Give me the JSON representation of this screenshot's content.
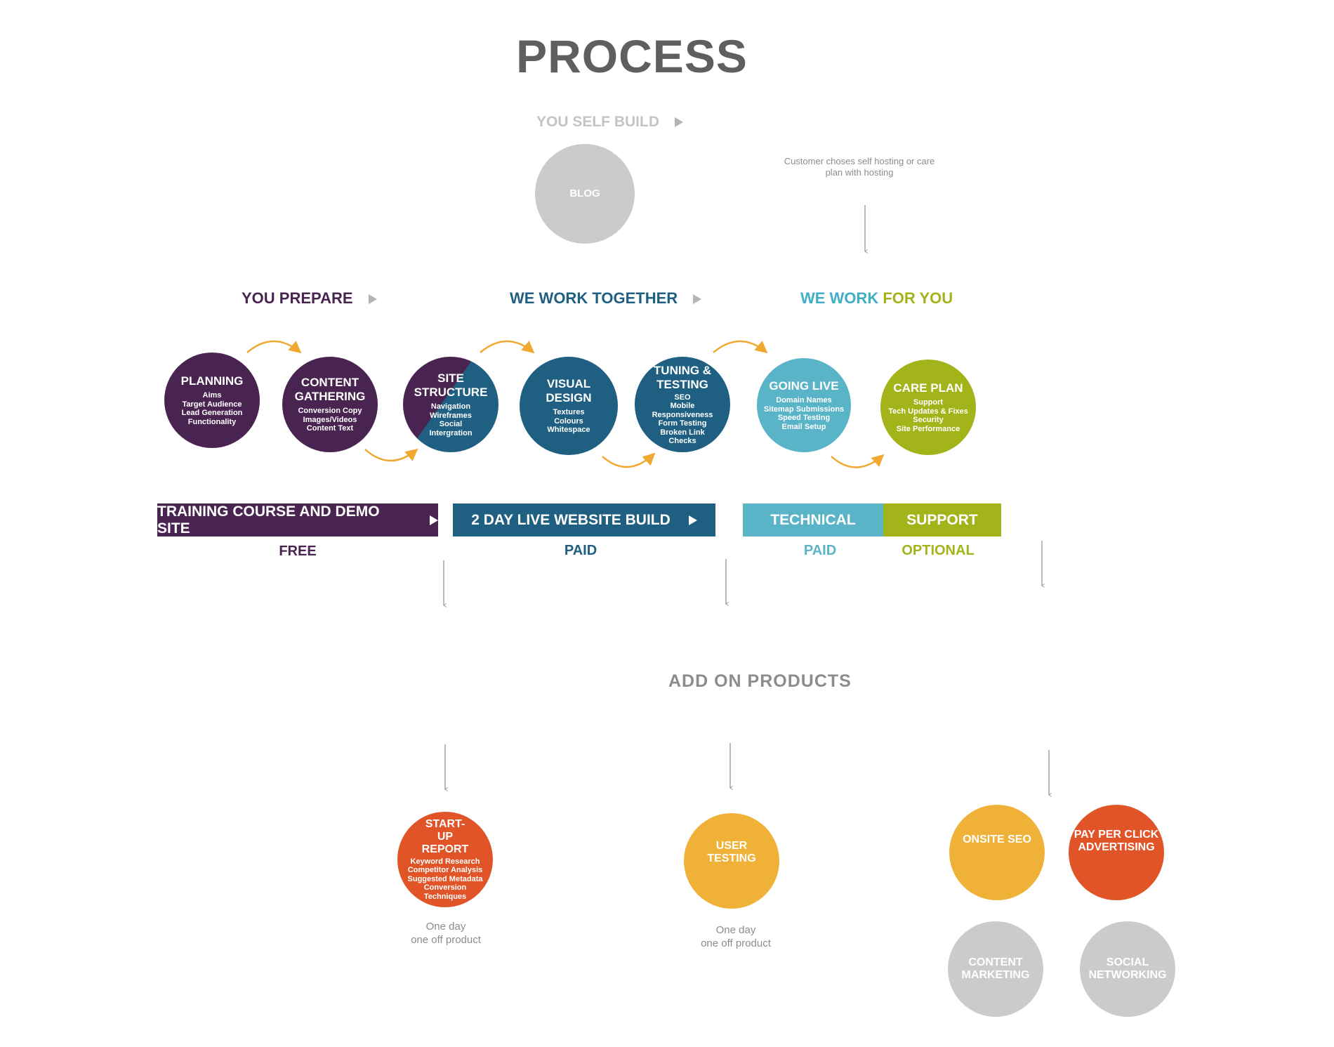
{
  "title": "PROCESS",
  "self_build": {
    "label": "YOU SELF BUILD",
    "blog": "BLOG",
    "hosting_note": "Customer choses self hosting or care plan with hosting"
  },
  "stages": {
    "prepare": "YOU PREPARE",
    "together": "WE WORK TOGETHER",
    "for_you_1": "WE WORK ",
    "for_you_2": "FOR YOU"
  },
  "steps": [
    {
      "title": "PLANNING",
      "details": [
        "Aims",
        "Target Audience",
        "Lead Generation",
        "Functionality"
      ]
    },
    {
      "title": "CONTENT GATHERING",
      "details": [
        "Conversion Copy",
        "Images/Videos",
        "Content Text"
      ]
    },
    {
      "title": "SITE STRUCTURE",
      "details": [
        "Navigation",
        "Wireframes",
        "Social Intergration"
      ]
    },
    {
      "title": "VISUAL DESIGN",
      "details": [
        "Textures",
        "Colours",
        "Whitespace"
      ]
    },
    {
      "title": "TUNING & TESTING",
      "details": [
        "SEO",
        "Mobile Responsiveness",
        "Form Testing",
        "Broken Link Checks"
      ]
    },
    {
      "title": "GOING LIVE",
      "details": [
        "Domain Names",
        "Sitemap Submissions",
        "Speed Testing",
        "Email Setup"
      ]
    },
    {
      "title": "CARE PLAN",
      "details": [
        "Support",
        "Tech Updates & Fixes",
        "Security",
        "Site Performance"
      ]
    }
  ],
  "bars": {
    "training": {
      "label": "TRAINING COURSE AND DEMO SITE",
      "sub": "FREE"
    },
    "live_build": {
      "label": "2 DAY LIVE WEBSITE BUILD",
      "sub": "PAID"
    },
    "technical": {
      "label": "TECHNICAL",
      "sub": "PAID"
    },
    "support": {
      "label": "SUPPORT",
      "sub": "OPTIONAL"
    }
  },
  "addons": {
    "heading": "ADD ON PRODUCTS",
    "startup": {
      "title": "START-UP REPORT",
      "details": [
        "Keyword Research",
        "Competitor Analysis",
        "Suggested Metadata",
        "Conversion",
        "Techniques"
      ],
      "note1": "One day",
      "note2": "one off product"
    },
    "user_testing": {
      "title": "USER TESTING",
      "note1": "One day",
      "note2": "one off product"
    },
    "onsite_seo": "ONSITE SEO",
    "ppc": "PAY PER CLICK ADVERTISING",
    "content_marketing": "CONTENT MARKETING",
    "social": "SOCIAL NETWORKING"
  },
  "colors": {
    "purple": "#4a2450",
    "navy": "#1e5f82",
    "light_blue": "#5ab4c8",
    "green": "#a2b41a",
    "orange_arrow": "#f0a830",
    "orange_red": "#e05428",
    "yellow": "#efb138",
    "grey": "#cbcbcb"
  }
}
